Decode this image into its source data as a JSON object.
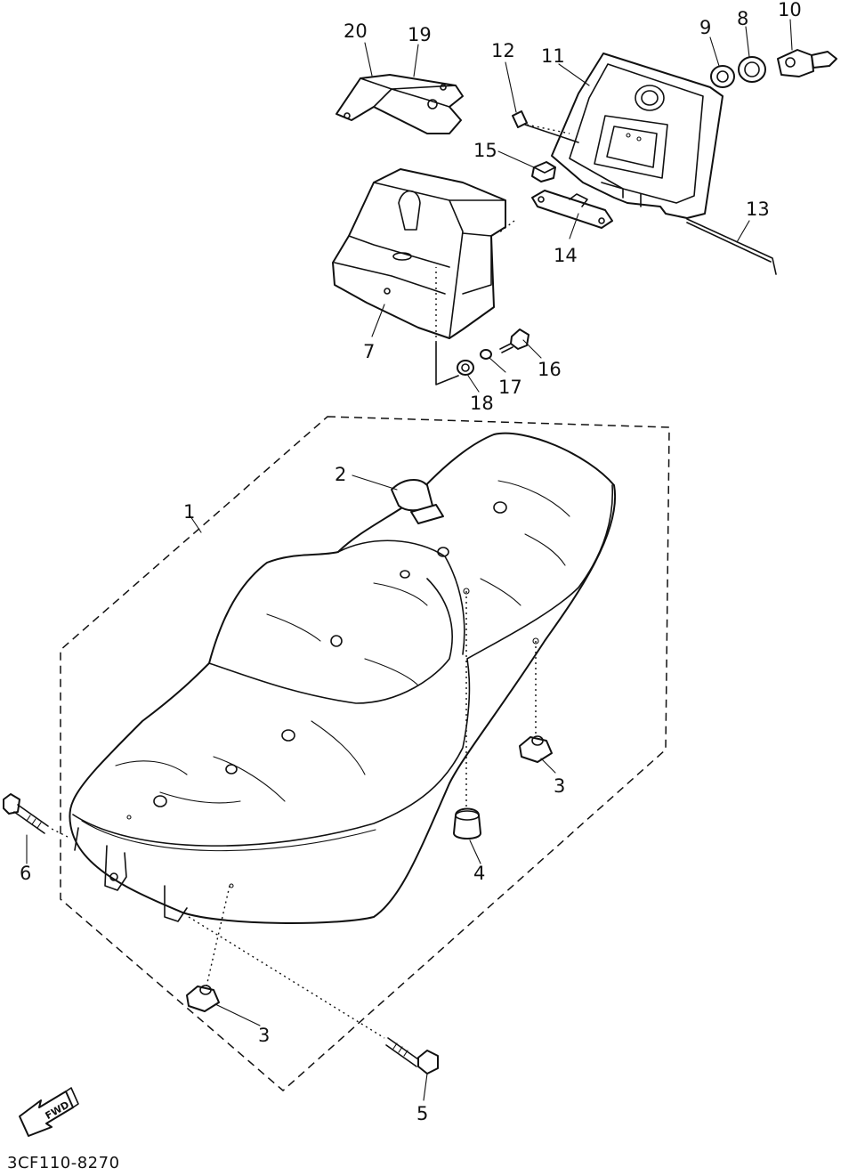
{
  "diagram_code": "3CF110-8270",
  "fwd_label": "FWD",
  "callouts": {
    "c1": "1",
    "c2": "2",
    "c3a": "3",
    "c3b": "3",
    "c4": "4",
    "c5": "5",
    "c6": "6",
    "c7": "7",
    "c8": "8",
    "c9": "9",
    "c10": "10",
    "c11": "11",
    "c12": "12",
    "c13": "13",
    "c14": "14",
    "c15": "15",
    "c16": "16",
    "c17": "17",
    "c18": "18",
    "c19": "19",
    "c20": "20"
  }
}
